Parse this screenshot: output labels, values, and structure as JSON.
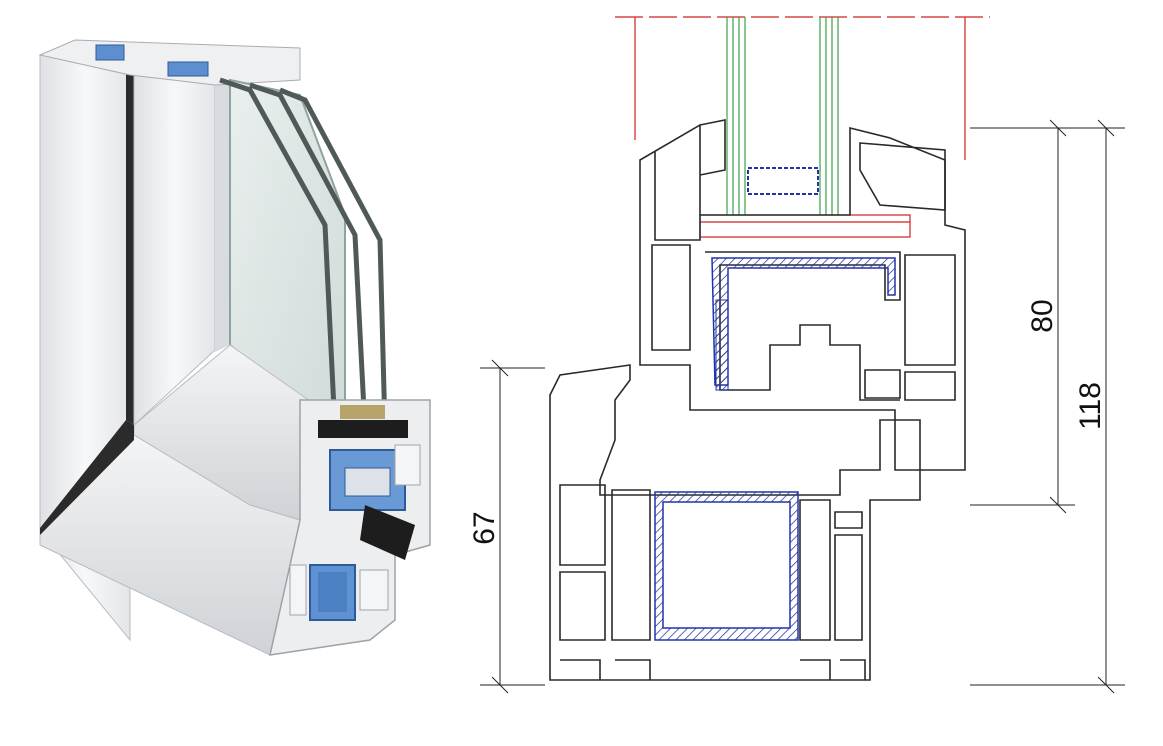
{
  "dimensions": {
    "frame_depth": "67",
    "sash_depth": "80",
    "total_depth": "118"
  },
  "colors": {
    "profile_white": "#f2f3f5",
    "profile_shadow": "#c9ccd1",
    "reinforcement_blue": "#3b6fb5",
    "glass_green": "#9fc7a4",
    "seal_black": "#1d1d1d",
    "glass_red_line": "#d02020",
    "outline": "#2a2a2a",
    "hatch_blue": "#2233aa"
  },
  "icons": {
    "render": "window-profile-render",
    "drawing": "profile-cross-section-drawing"
  }
}
